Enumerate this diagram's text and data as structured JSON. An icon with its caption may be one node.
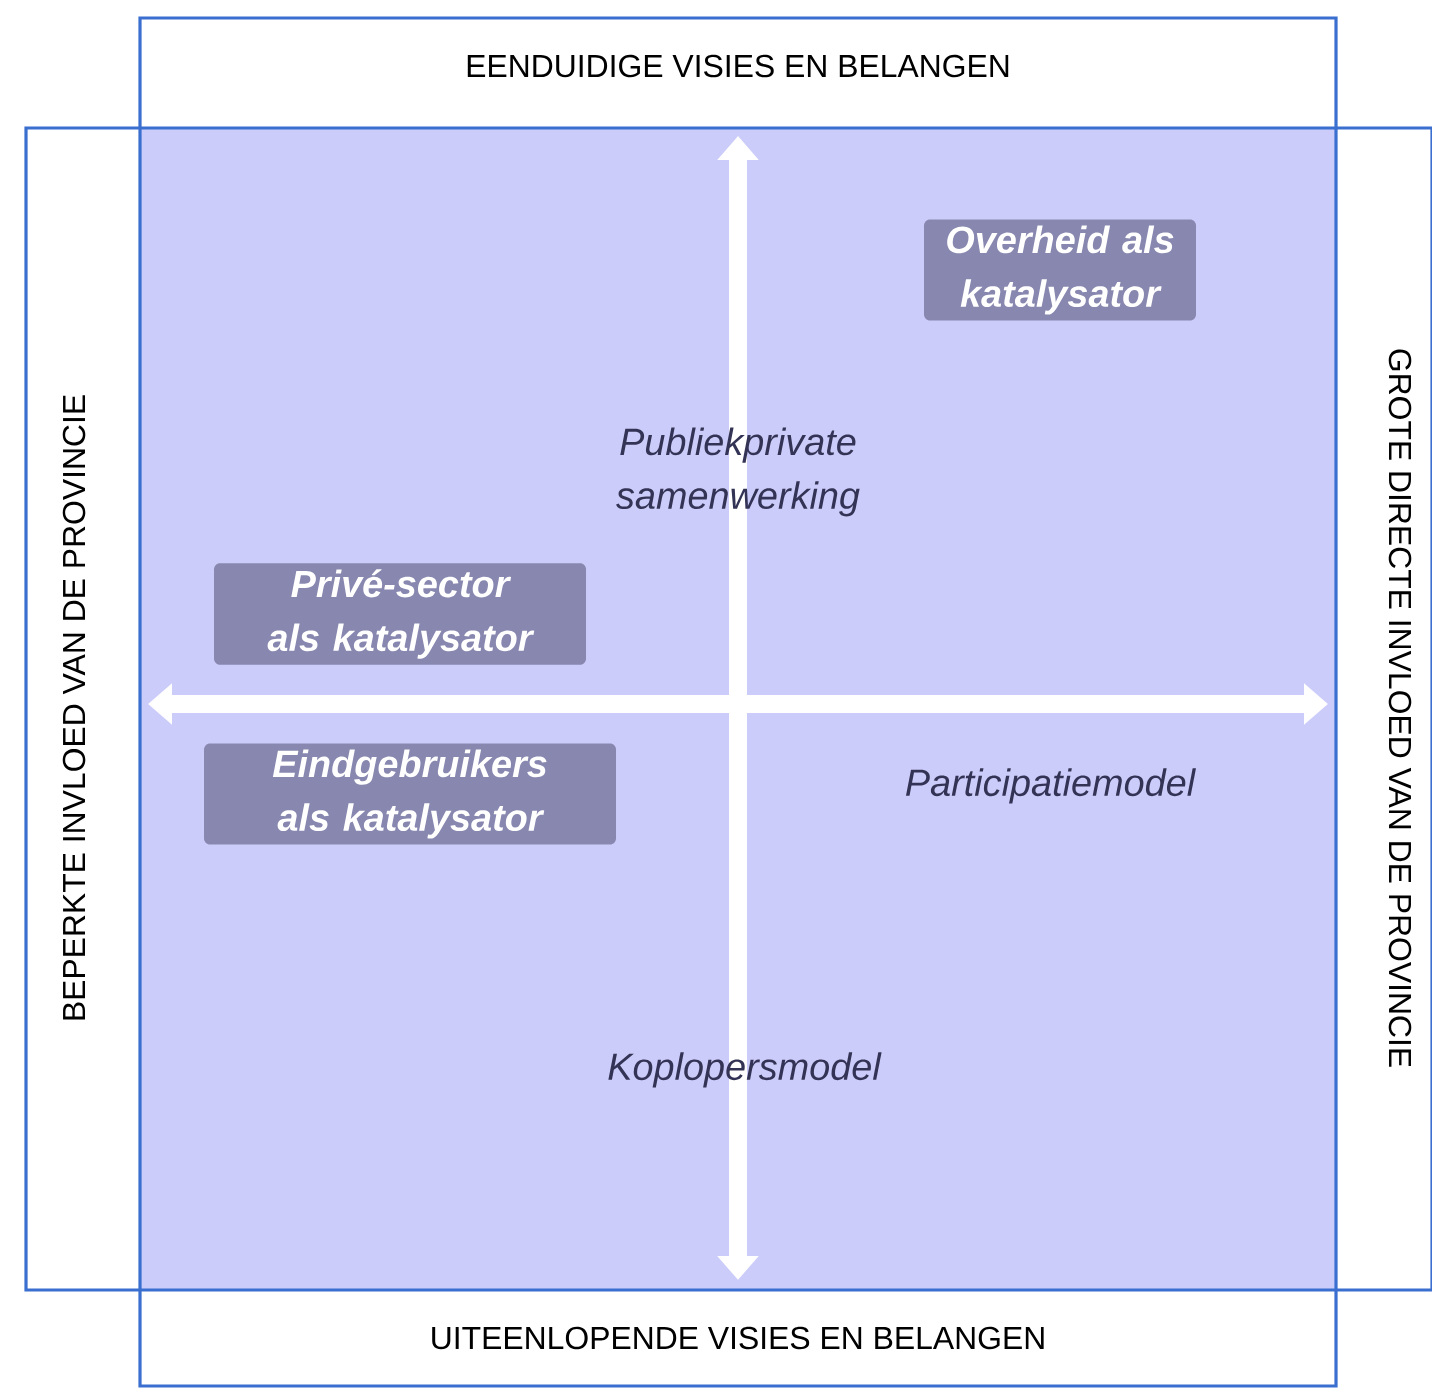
{
  "diagram": {
    "nodes": [
      {
        "text": [
          "EENDUIDIGE VISIES EN BELANGEN",
          "UITEENLOPENDE VISIES EN BELANGEN"
        ]
      },
      {
        "text": [
          "BEPERKTE INVLOED VAN DE PROVINCIE",
          "GROTE DIRECTE INVLOED VAN DE PROVINCIE"
        ]
      }
    ],
    "labels": [
      "Overheid als katalysator",
      "Publiekprivate samenwerking",
      "Privé-sector als katalysator",
      "Eindgebruikers als katalysator",
      "Participatiemodel",
      "Koplopersmodel"
    ]
  }
}
